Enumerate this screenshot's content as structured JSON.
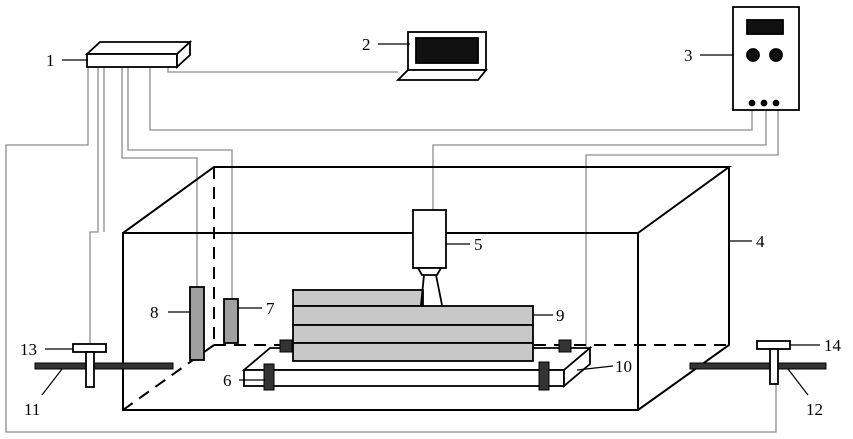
{
  "labels": {
    "l1": "1",
    "l2": "2",
    "l3": "3",
    "l4": "4",
    "l5": "5",
    "l6": "6",
    "l7": "7",
    "l8": "8",
    "l9": "9",
    "l10": "10",
    "l11": "11",
    "l12": "12",
    "l13": "13",
    "l14": "14"
  },
  "colors": {
    "line": "#000000",
    "wire": "#8c8c8c",
    "block_fill": "#c8c8c8",
    "screen": "#111111",
    "background": "#ffffff"
  }
}
